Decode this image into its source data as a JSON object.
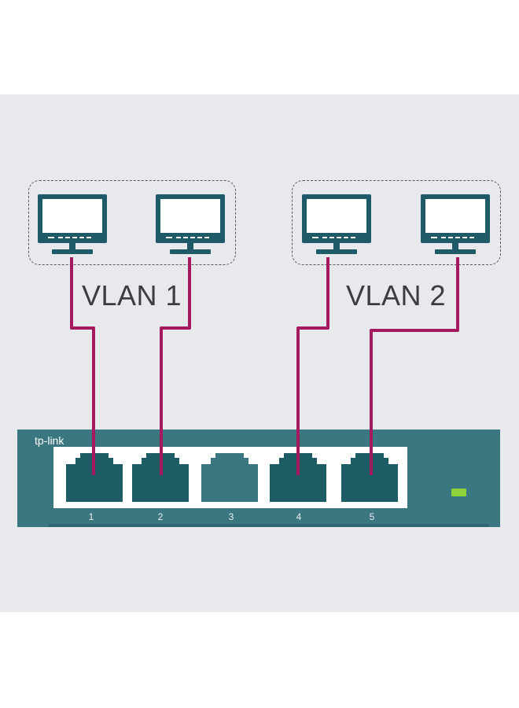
{
  "groups": [
    {
      "label": "VLAN 1",
      "monitor_icons": [
        "monitor-icon",
        "monitor-icon"
      ]
    },
    {
      "label": "VLAN 2",
      "monitor_icons": [
        "monitor-icon",
        "monitor-icon"
      ]
    }
  ],
  "switch": {
    "brand": "tp-link",
    "ports": [
      {
        "number": "1",
        "connected": true
      },
      {
        "number": "2",
        "connected": true
      },
      {
        "number": "3",
        "connected": false
      },
      {
        "number": "4",
        "connected": true
      },
      {
        "number": "5",
        "connected": true
      }
    ],
    "led_icon": "status-led-icon"
  },
  "colors": {
    "background": "#e8e9ed",
    "monitor": "#1e5a68",
    "switch_body": "#3b7781",
    "port": "#1f5d66",
    "cable": "#a5195e",
    "led": "#8fd23c",
    "dashed_border": "#555a60"
  }
}
